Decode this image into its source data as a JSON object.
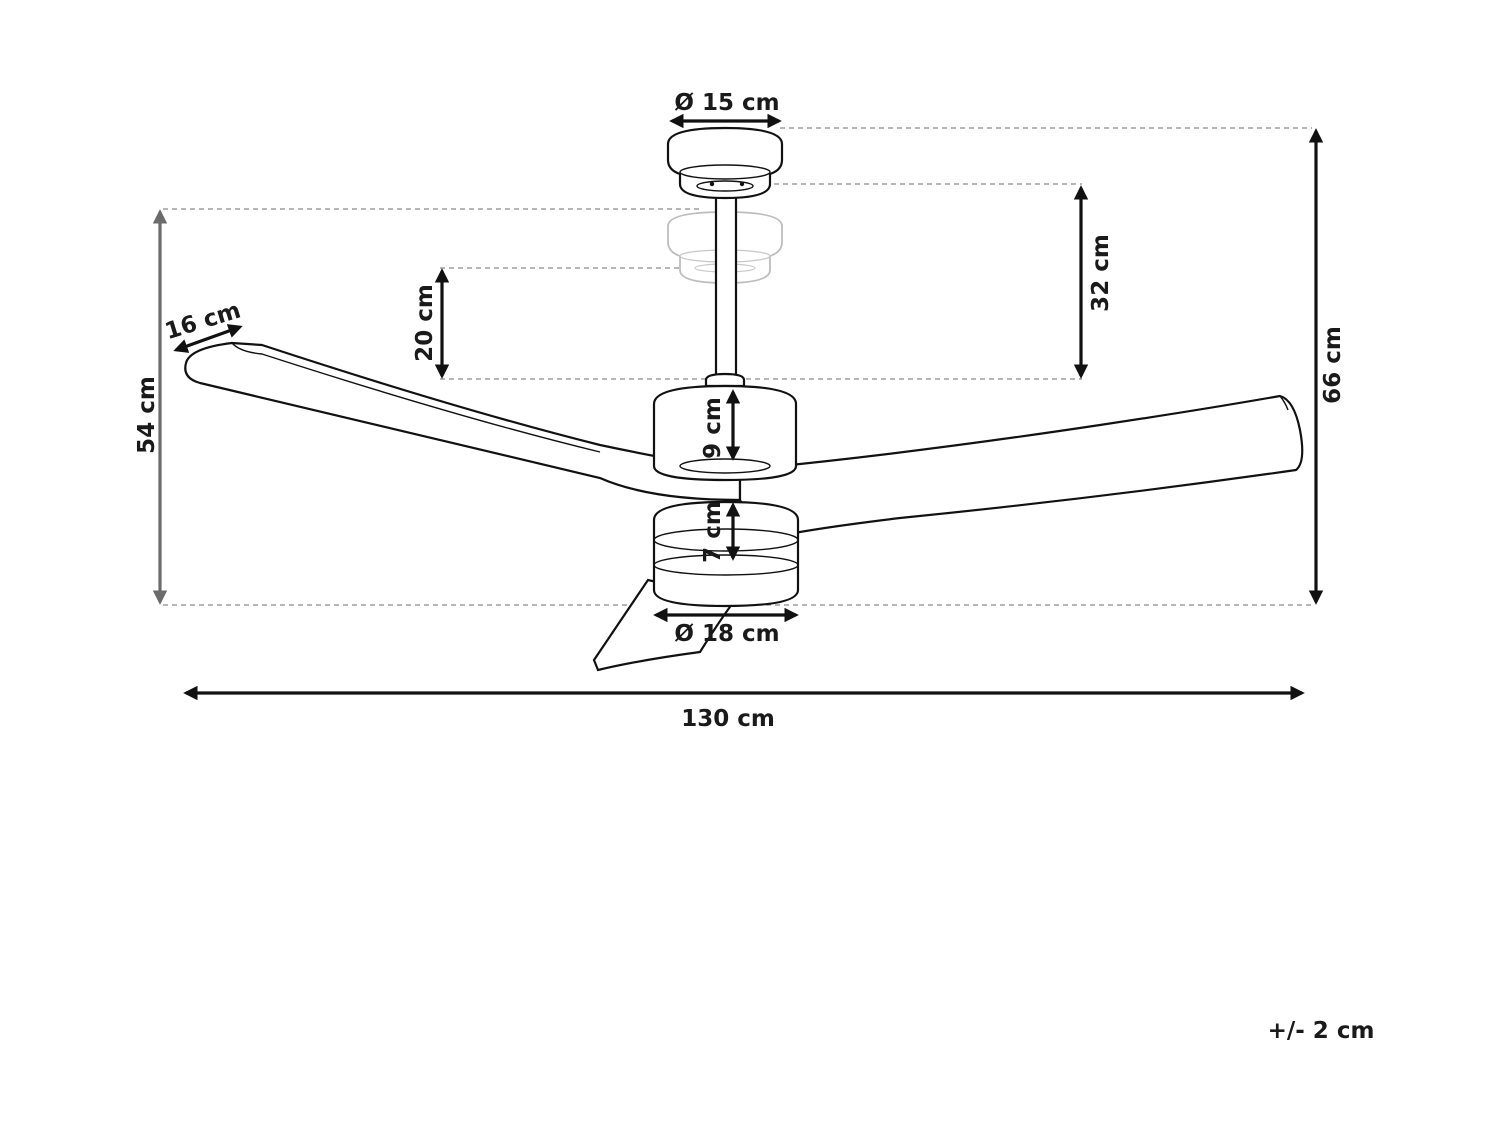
{
  "labels": {
    "canopy_diameter": "Ø 15 cm",
    "downrod_length": "32 cm",
    "total_height": "66 cm",
    "min_height": "54 cm",
    "blade_width": "16 cm",
    "downrod_drop": "20 cm",
    "motor_height": "9 cm",
    "light_height": "7 cm",
    "light_diameter": "Ø 18 cm",
    "total_width": "130 cm",
    "tolerance": "+/- 2 cm"
  },
  "colors": {
    "line": "#111111",
    "dashed_guide": "#8a8a8a",
    "ghost_canopy": "#bdbdbd",
    "background": "#ffffff"
  }
}
